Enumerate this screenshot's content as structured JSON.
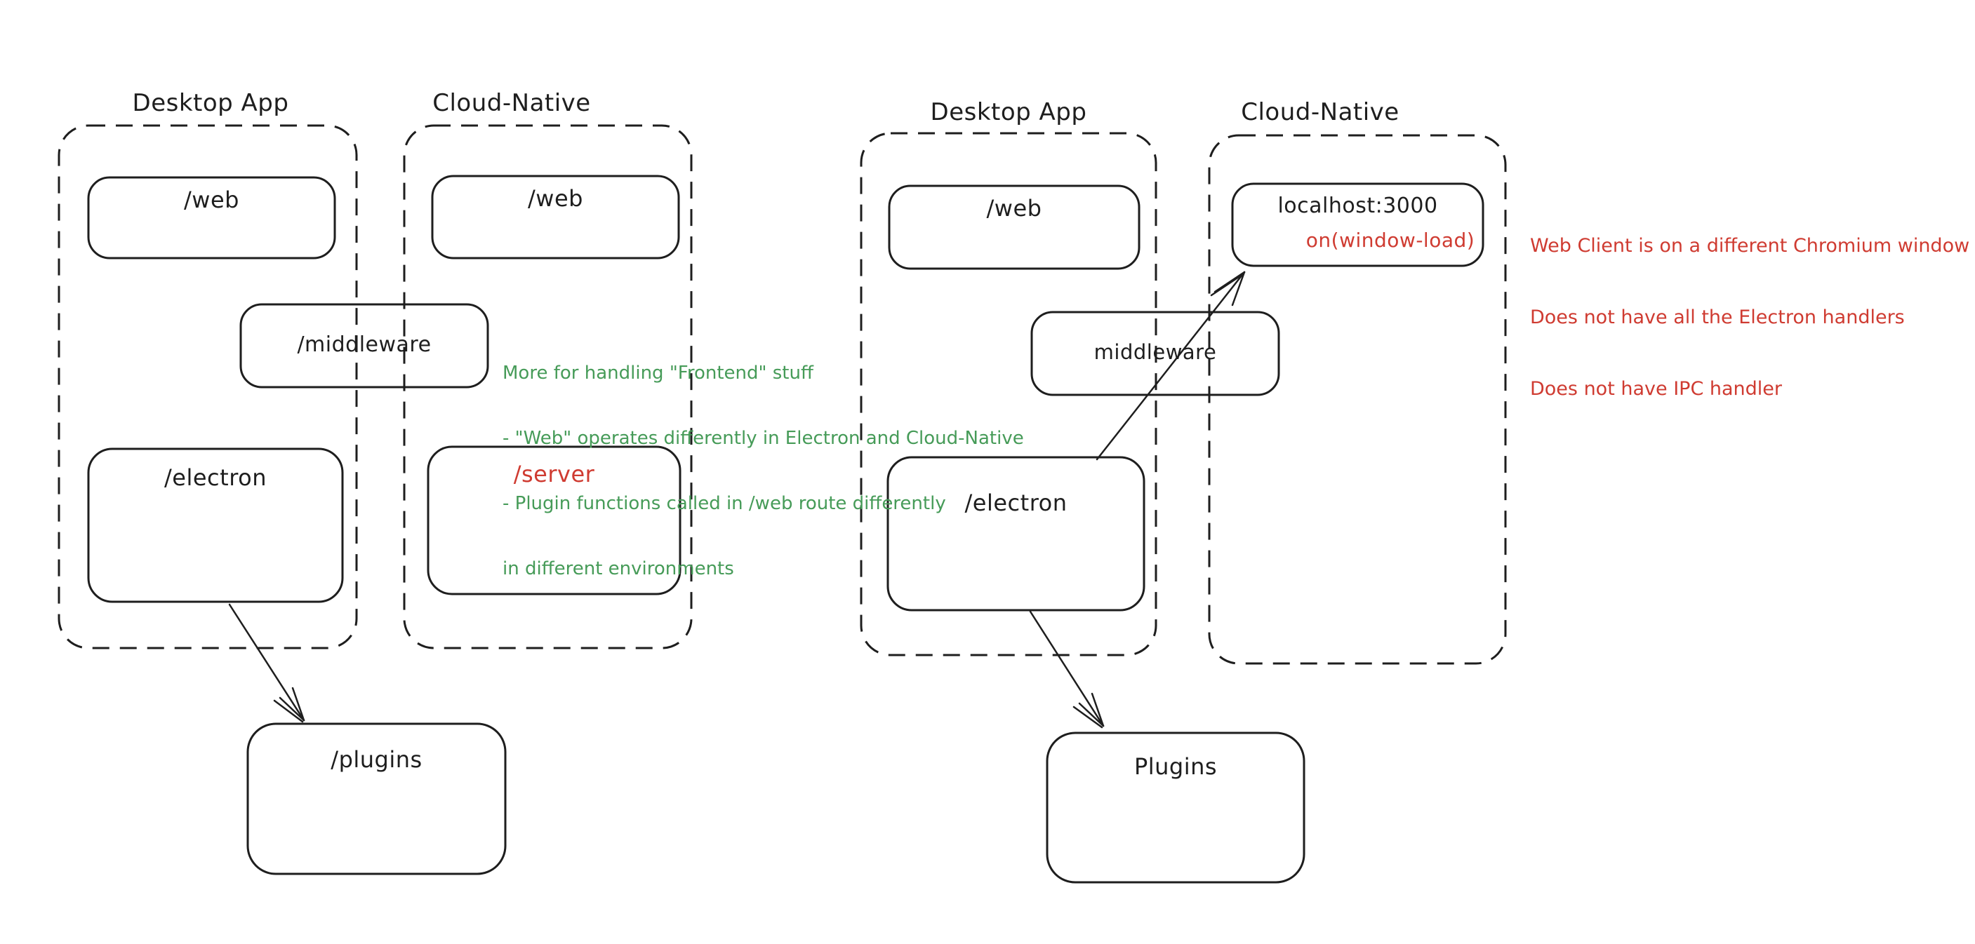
{
  "diagram": {
    "colors": {
      "stroke": "#1e1e1e",
      "red": "#cf3b31",
      "green": "#469b58",
      "background": "#ffffff"
    },
    "group_labels": {
      "left_desktop": "Desktop App",
      "left_cloud": "Cloud-Native",
      "right_desktop": "Desktop App",
      "right_cloud": "Cloud-Native"
    },
    "boxes": {
      "web_left_desktop": "/web",
      "web_left_cloud": "/web",
      "middleware_left": "/middleware",
      "electron_left": "/electron",
      "server_left_cloud": "/server",
      "plugins_left": "/plugins",
      "web_right_desktop": "/web",
      "localhost_title": "localhost:3000",
      "localhost_sub": "on(window-load)",
      "middleware_right": "middleware",
      "electron_right": "/electron",
      "plugins_right": "Plugins"
    },
    "notes": {
      "green": {
        "lines": [
          "More for handling \"Frontend\" stuff",
          "- \"Web\" operates differently in Electron and Cloud-Native",
          "- Plugin functions called in /web route differently",
          "in different environments"
        ]
      },
      "red": {
        "lines": [
          "Web Client is on a different Chromium window",
          "Does not have all the Electron handlers",
          "Does not have IPC handler"
        ]
      }
    }
  }
}
